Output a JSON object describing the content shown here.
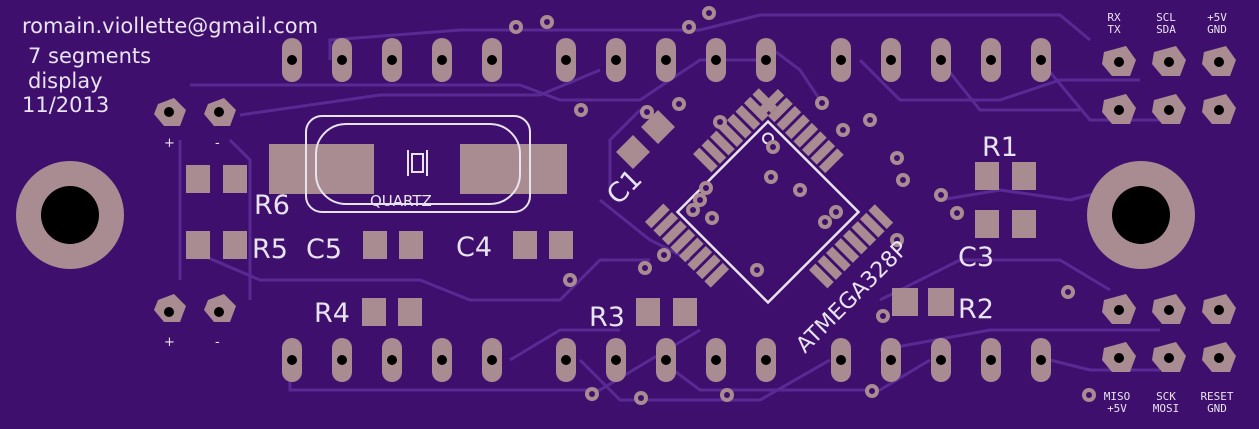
{
  "board": {
    "header_text": {
      "email": "romain.viollette@gmail.com",
      "line2": "7 segments",
      "line3": "display",
      "date": "11/2013"
    },
    "chip_label": "ATMEGA328P",
    "quartz_label": "QUARTZ",
    "component_labels": {
      "r1": "R1",
      "r2": "R2",
      "r3": "R3",
      "r4": "R4",
      "r5": "R5",
      "r6": "R6",
      "c1": "C1",
      "c3": "C3",
      "c4": "C4",
      "c5": "C5"
    },
    "polarity": {
      "plus": "+",
      "minus": "-"
    },
    "connector_labels": {
      "rx": "RX",
      "tx": "TX",
      "scl": "SCL",
      "sda": "SDA",
      "v5_top": "+5V",
      "gnd_top": "GND",
      "miso": "MISO",
      "v5_bottom": "+5V",
      "sck": "SCK",
      "mosi": "MOSI",
      "reset": "RESET",
      "gnd_bottom": "GND"
    },
    "colors": {
      "board": "#3f0f6e",
      "trace": "#5a2a94",
      "pad": "#a98c91",
      "hole": "#000000",
      "silkscreen": "#e8e4ef"
    }
  }
}
